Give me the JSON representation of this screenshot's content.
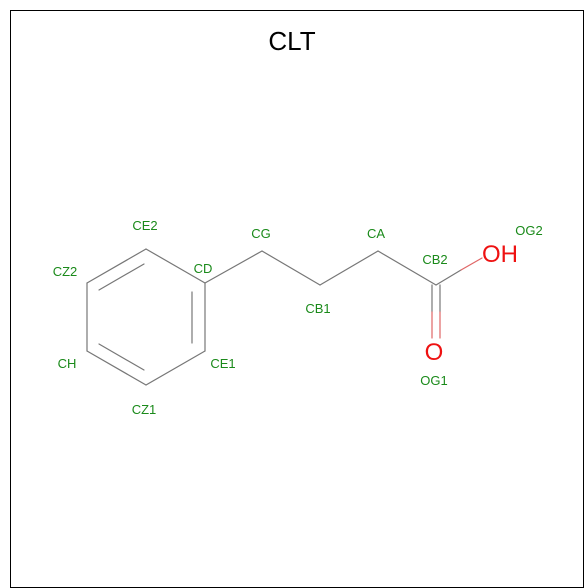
{
  "diagram": {
    "title": "CLT",
    "heteroatoms": {
      "hydroxyl": "OH",
      "carbonyl_oxygen": "O"
    },
    "atom_labels": {
      "CE2": "CE2",
      "CZ2": "CZ2",
      "CD": "CD",
      "CH": "CH",
      "CE1": "CE1",
      "CZ1": "CZ1",
      "CG": "CG",
      "CB1": "CB1",
      "CA": "CA",
      "CB2": "CB2",
      "OG2": "OG2",
      "OG1": "OG1"
    },
    "colors": {
      "title": "#000000",
      "atom_label": "#1a8a1a",
      "heteroatom": "#ee1111",
      "bond": "#777777",
      "bond_red": "#e06666",
      "border": "#000000"
    }
  }
}
